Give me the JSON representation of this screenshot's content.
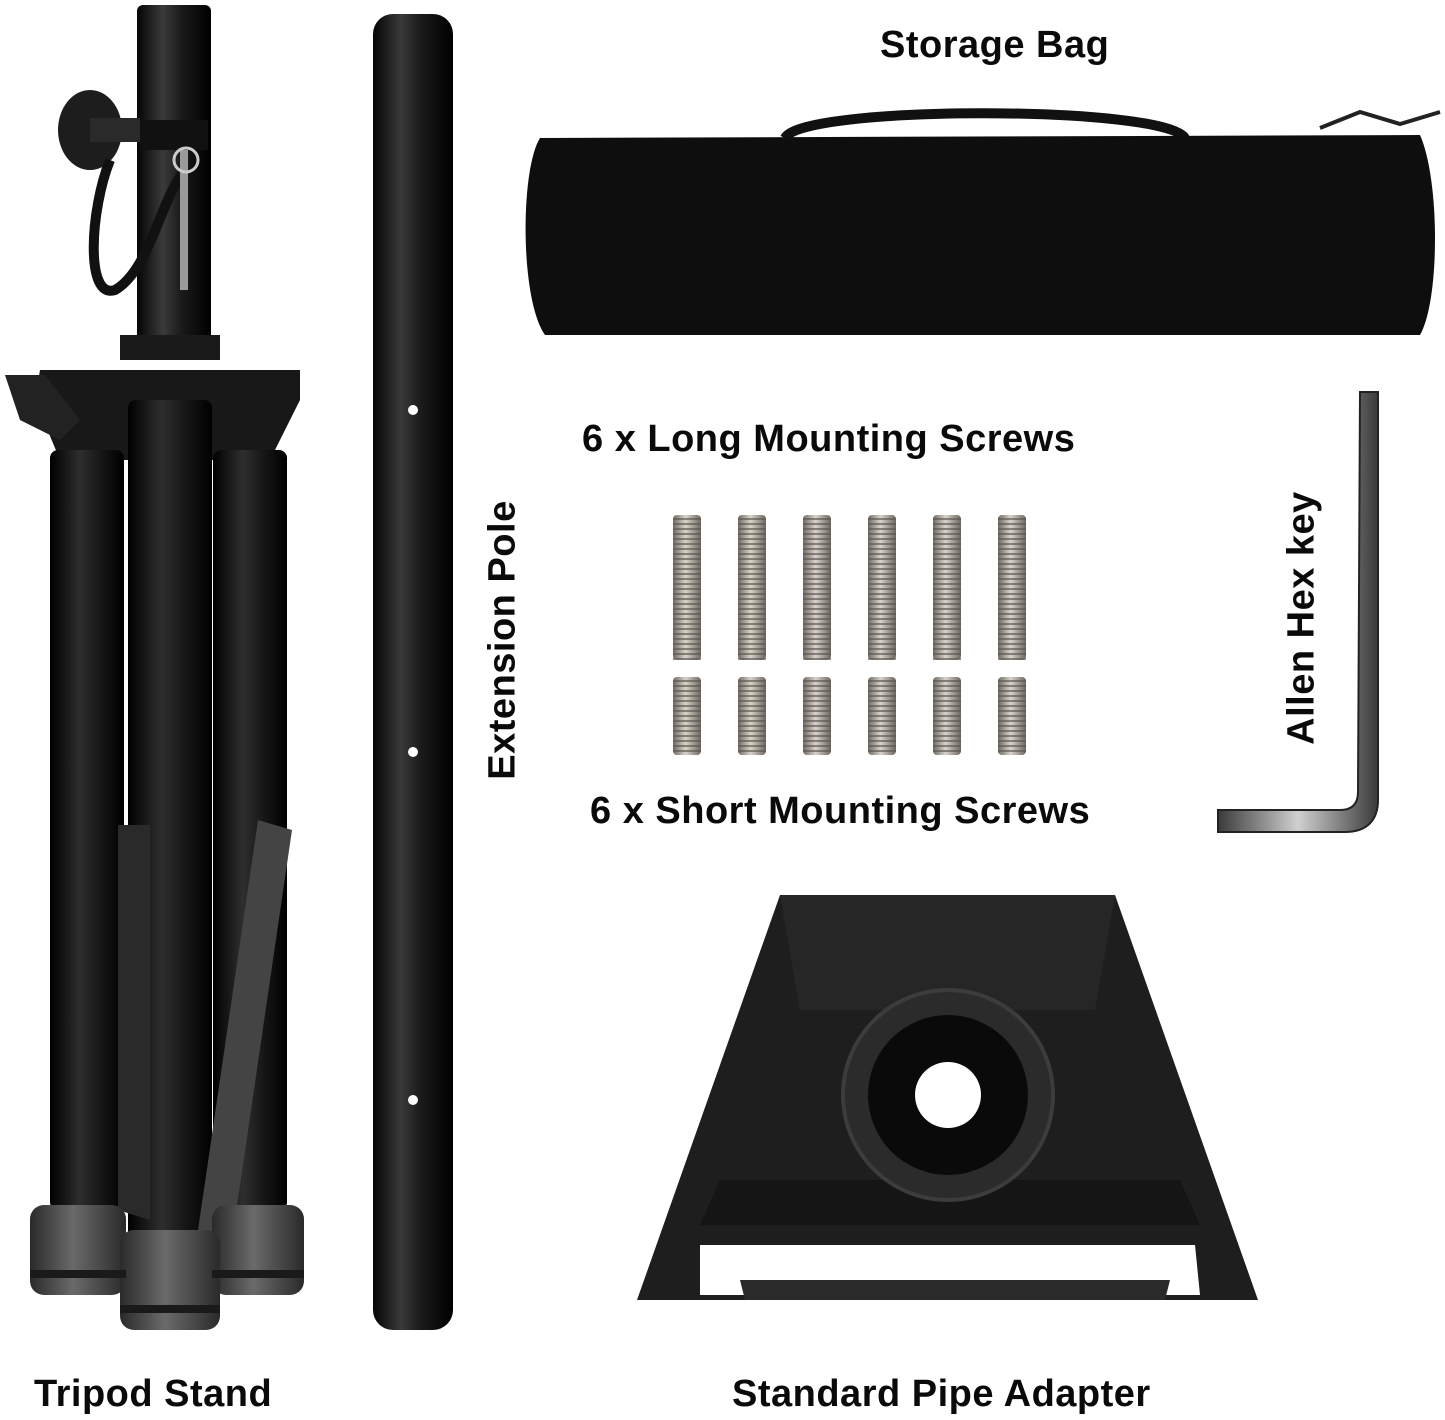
{
  "labels": {
    "storage_bag": "Storage Bag",
    "long_screws": "6 x Long Mounting Screws",
    "short_screws": "6 x Short Mounting Screws",
    "extension_pole": "Extension Pole",
    "allen_key": "Allen Hex key",
    "tripod_stand": "Tripod Stand",
    "pipe_adapter": "Standard Pipe Adapter"
  },
  "items": [
    {
      "name": "Tripod Stand",
      "color": "#141414"
    },
    {
      "name": "Extension Pole",
      "color": "#1a1a1a"
    },
    {
      "name": "Storage Bag",
      "color": "#111111"
    },
    {
      "name": "Long Mounting Screws",
      "quantity": 6,
      "color": "#a8a39b"
    },
    {
      "name": "Short Mounting Screws",
      "quantity": 6,
      "color": "#a8a39b"
    },
    {
      "name": "Allen Hex key",
      "color": "#8a8a8a"
    },
    {
      "name": "Standard Pipe Adapter",
      "color": "#1c1c1c"
    }
  ]
}
